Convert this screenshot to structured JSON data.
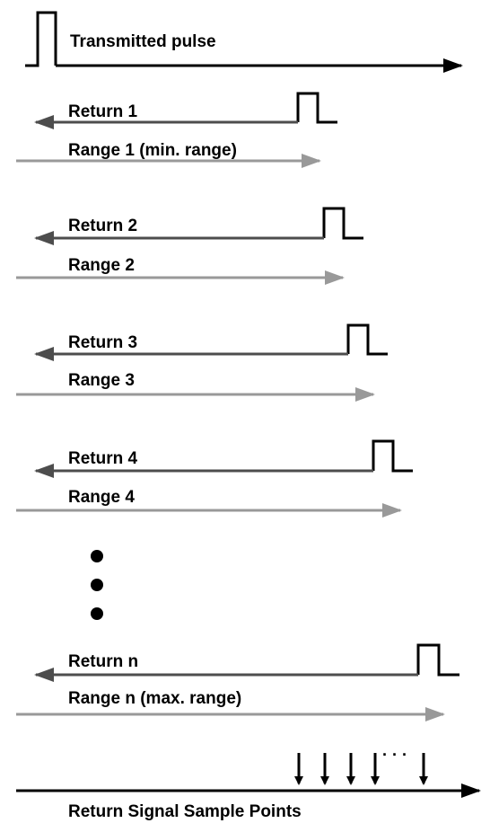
{
  "colors": {
    "ink": "#000000",
    "return_line": "#4d4d4d",
    "range_line": "#999999"
  },
  "transmitted": {
    "label": "Transmitted pulse"
  },
  "pairs": [
    {
      "return_label": "Return 1",
      "range_label": "Range 1 (min. range)"
    },
    {
      "return_label": "Return 2",
      "range_label": "Range 2"
    },
    {
      "return_label": "Return 3",
      "range_label": "Range 3"
    },
    {
      "return_label": "Return 4",
      "range_label": "Range 4"
    },
    {
      "return_label": "Return n",
      "range_label": "Range n (max. range)"
    }
  ],
  "sample": {
    "label": "Return Signal Sample Points",
    "ellipsis": "· · ·"
  }
}
